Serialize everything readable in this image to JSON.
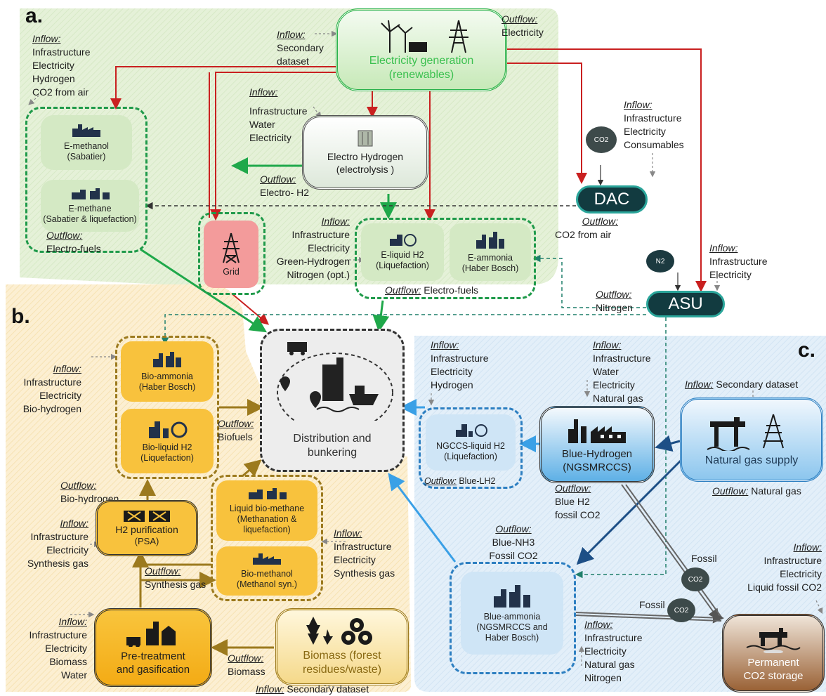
{
  "section_labels": {
    "a": "a.",
    "b": "b.",
    "c": "c."
  },
  "labels": {
    "inflow": "Inflow:",
    "outflow": "Outflow:",
    "fossil": "Fossil",
    "co2": "CO2",
    "n2": "N2"
  },
  "nodes": {
    "electricity_generation": {
      "title": "Electricity generation",
      "subtitle": "(renewables)"
    },
    "electro_hydrogen": {
      "title": "Electro Hydrogen",
      "subtitle": "(electrolysis )"
    },
    "e_methanol": {
      "title": "E-methanol",
      "subtitle": "(Sabatier)"
    },
    "e_methane": {
      "title": "E-methane",
      "subtitle": "(Sabatier & liquefaction)"
    },
    "grid": {
      "title": "Grid"
    },
    "e_liquid_h2": {
      "title": "E-liquid H2",
      "subtitle": "(Liquefaction)"
    },
    "e_ammonia": {
      "title": "E-ammonia",
      "subtitle": "(Haber Bosch)"
    },
    "dac": {
      "title": "DAC"
    },
    "asu": {
      "title": "ASU"
    },
    "distribution": {
      "title": "Distribution and",
      "title2": "bunkering"
    },
    "bio_ammonia": {
      "title": "Bio-ammonia",
      "subtitle": "(Haber Bosch)"
    },
    "bio_liquid_h2": {
      "title": "Bio-liquid H2",
      "subtitle": "(Liquefaction)"
    },
    "h2_purification": {
      "title": "H2 purification",
      "subtitle": "(PSA)"
    },
    "liquid_bio_methane": {
      "title": "Liquid bio-methane",
      "subtitle": "(Methanation & liquefaction)"
    },
    "bio_methanol": {
      "title": "Bio-methanol",
      "subtitle": "(Methanol syn.)"
    },
    "pretreatment": {
      "title": "Pre-treatment",
      "subtitle": "and gasification"
    },
    "biomass": {
      "title": "Biomass (forest",
      "subtitle": "residues/waste)"
    },
    "ngccs_liquid_h2": {
      "title": "NGCCS-liquid H2",
      "subtitle": "(Liquefaction)"
    },
    "blue_hydrogen": {
      "title": "Blue-Hydrogen",
      "subtitle": "(NGSMRCCS)"
    },
    "natural_gas_supply": {
      "title": "Natural gas supply"
    },
    "blue_ammonia": {
      "title": "Blue-ammonia",
      "subtitle": "(NGSMRCCS and Haber Bosch)"
    },
    "permanent_storage": {
      "title": "Permanent",
      "subtitle": "CO2 storage"
    }
  },
  "annotations": {
    "secondary_inflow": [
      "Secondary",
      "dataset"
    ],
    "elec_outflow": "Electricity",
    "emethanol_inflow": [
      "Infrastructure",
      "Electricity",
      "Hydrogen",
      "CO2 from air"
    ],
    "efuels_outflow": "Electro-fuels",
    "h2_inflow": [
      "Infrastructure",
      "Water",
      "Electricity"
    ],
    "h2_outflow": "Electro- H2",
    "dac_inflow": [
      "Infrastructure",
      "Electricity",
      "Consumables"
    ],
    "dac_outflow": "CO2 from air",
    "eliq_inflow": [
      "Infrastructure",
      "Electricity",
      "Green-Hydrogen",
      "Nitrogen (opt.)"
    ],
    "eliq_outflow": "Electro-fuels",
    "asu_inflow": [
      "Infrastructure",
      "Electricity"
    ],
    "asu_outflow": "Nitrogen",
    "bioammonia_inflow": [
      "Infrastructure",
      "Electricity",
      "Bio-hydrogen"
    ],
    "biofuels_outflow": "Biofuels",
    "purif_outflow": "Bio-hydrogen",
    "purif_inflow": [
      "Infrastructure",
      "Electricity",
      "Synthesis gas"
    ],
    "biomethane_inflow": [
      "Infrastructure",
      "Electricity",
      "Synthesis gas"
    ],
    "syngas_outflow": "Synthesis gas",
    "pretreat_inflow": [
      "Infrastructure",
      "Electricity",
      "Biomass",
      "Water"
    ],
    "biomass_outflow": "Biomass",
    "biomass_inflow": "Secondary dataset",
    "ngccs_inflow": [
      "Infrastructure",
      "Electricity",
      "Hydrogen"
    ],
    "ngccs_outflow": "Blue-LH2",
    "bluehyd_inflow": [
      "Infrastructure",
      "Water",
      "Electricity",
      "Natural gas"
    ],
    "bluehyd_outflow": [
      "Blue H2",
      "fossil CO2"
    ],
    "ngsupply_inflow": "Secondary dataset",
    "ngsupply_outflow": "Natural gas",
    "blueamm_outflow": [
      "Blue-NH3",
      "Fossil CO2"
    ],
    "blueamm_inflow": [
      "Infrastructure",
      "Electricity",
      "Natural gas",
      "Nitrogen"
    ],
    "storage_inflow": [
      "Infrastructure",
      "Electricity",
      "Liquid fossil CO2"
    ]
  },
  "colors": {
    "green_region": "#e6f2da",
    "yellow_region": "#fbeccb",
    "blue_region": "#e2eff8",
    "green_dash": "#1f9a4a",
    "red_arrow": "#c92020",
    "gold_dash": "#9c7a1e",
    "blue_dash": "#2d7fc1"
  }
}
